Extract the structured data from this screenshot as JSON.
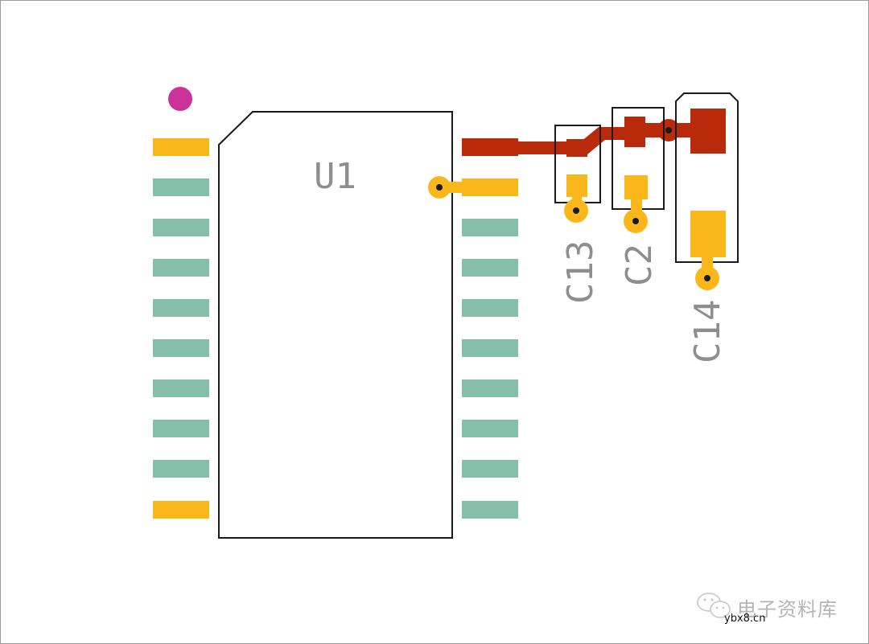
{
  "diagram": {
    "type": "pcb-layout",
    "components": {
      "u1": {
        "designator": "U1"
      },
      "c13": {
        "designator": "C13"
      },
      "c2": {
        "designator": "C2"
      },
      "c14": {
        "designator": "C14"
      }
    },
    "colors": {
      "pin1_marker": "#cc3399",
      "pad_highlight": "#f9b71b",
      "pad_normal": "#86bfa9",
      "trace_top": "#b82a0a",
      "outline": "#1a1a1a",
      "designator_text": "#8e8e8e"
    },
    "left_pads": 10,
    "right_pads": 10
  },
  "watermark": {
    "name_cn": "电子资料库",
    "url": "ybx8.cn",
    "icon": "wechat-icon"
  }
}
